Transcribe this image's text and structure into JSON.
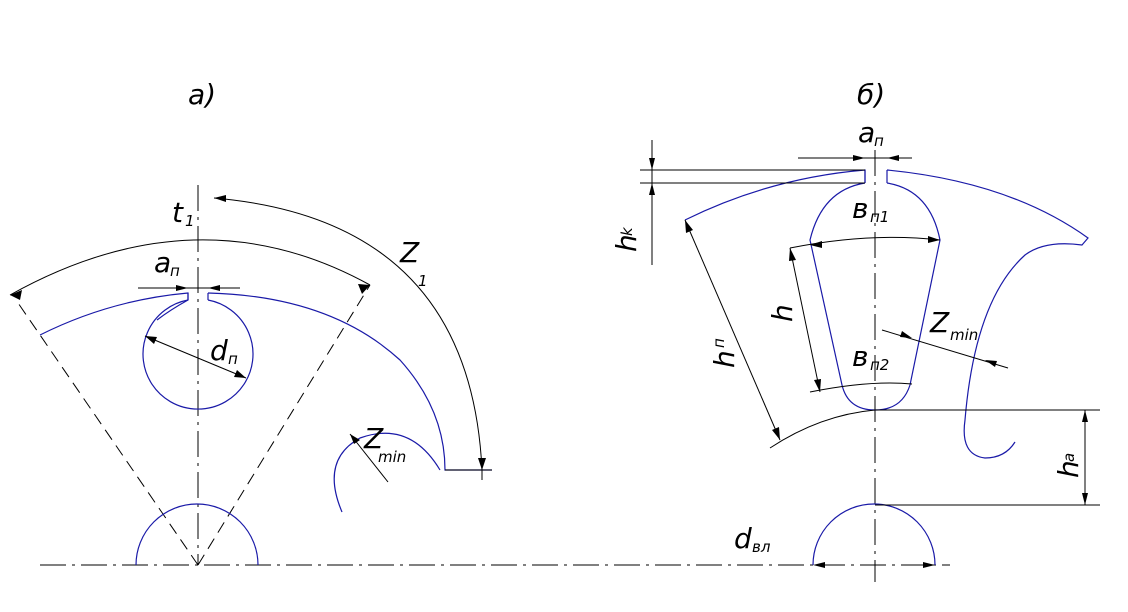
{
  "panel_a": {
    "title": "а)",
    "t": "t",
    "t_sub": "1",
    "a": "a",
    "a_sub": "п",
    "d": "d",
    "d_sub": "п",
    "z1": "Z",
    "z1_sub": "1",
    "zmin": "Z",
    "zmin_sub": "min"
  },
  "panel_b": {
    "title": "б)",
    "a": "a",
    "a_sub": "п",
    "hk": "h",
    "hk_sub": "k",
    "b1": "в",
    "b1_sub": "п1",
    "h": "h",
    "hn": "h",
    "hn_sub": "п",
    "zmin": "Z",
    "zmin_sub": "min",
    "b2": "в",
    "b2_sub": "п2",
    "ha": "h",
    "ha_sub": "a",
    "dvl": "d",
    "dvl_sub": "вл"
  }
}
